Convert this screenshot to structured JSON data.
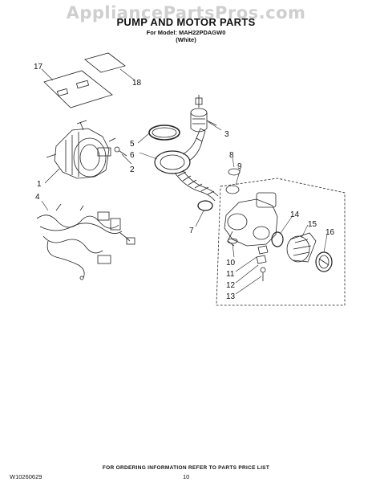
{
  "watermark": "AppliancePartsPros.com",
  "header": {
    "title": "PUMP AND MOTOR PARTS",
    "model_line": "For Model: MAH22PDAGW0",
    "color_line": "(White)"
  },
  "callouts": [
    "17",
    "18",
    "3",
    "5",
    "6",
    "2",
    "8",
    "9",
    "1",
    "4",
    "7",
    "14",
    "15",
    "16",
    "10",
    "11",
    "12",
    "13"
  ],
  "footer": {
    "note": "FOR ORDERING INFORMATION REFER TO PARTS PRICE LIST",
    "doc_id": "W10260629",
    "page": "10"
  }
}
